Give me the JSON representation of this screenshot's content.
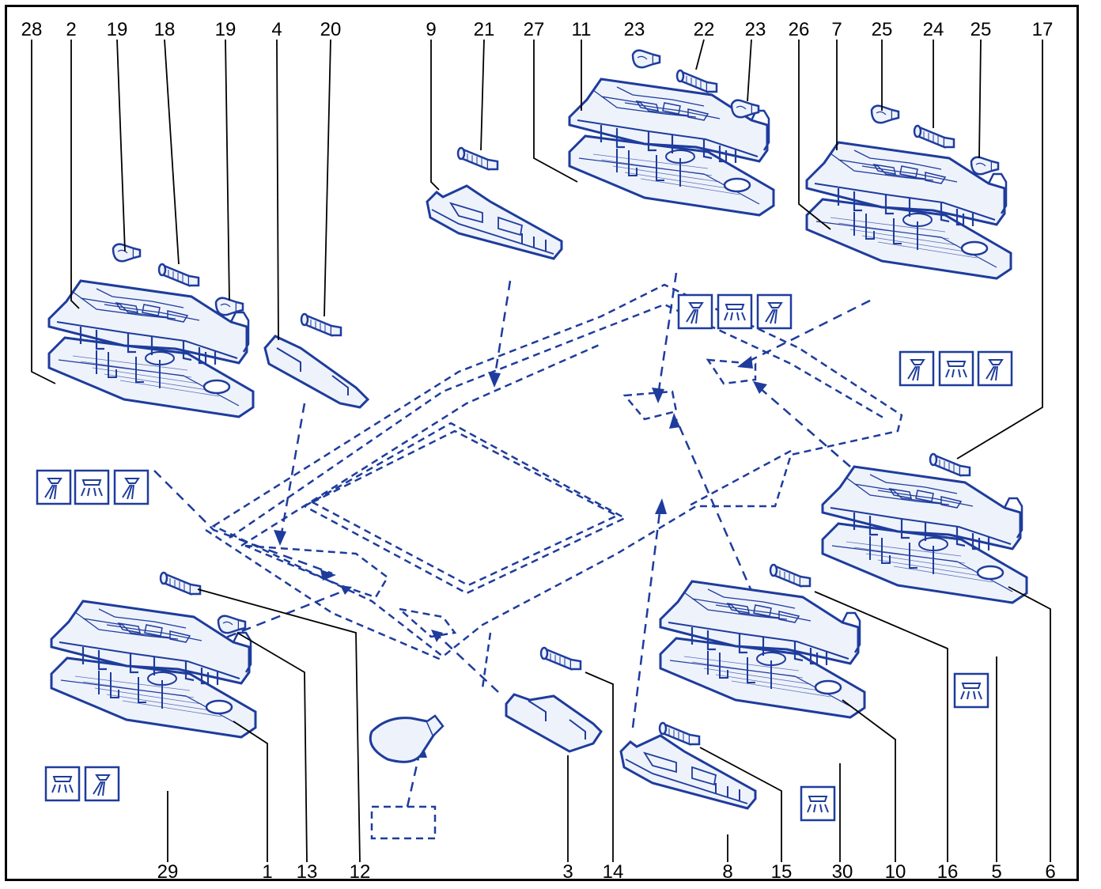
{
  "diagram": {
    "top_labels": [
      "28",
      "2",
      "19",
      "18",
      "19",
      "4",
      "20",
      "9",
      "21",
      "27",
      "11",
      "23",
      "22",
      "23",
      "26",
      "7",
      "25",
      "24",
      "25",
      "17"
    ],
    "bottom_labels": [
      "29",
      "1",
      "13",
      "12",
      "3",
      "14",
      "8",
      "15",
      "30",
      "10",
      "16",
      "5",
      "6"
    ]
  },
  "colors": {
    "line": "#1e3c9c",
    "fill": "#eef2fb",
    "frame": "#000000"
  },
  "icons": {
    "group_a": [
      "spot-light-icon",
      "dome-light-icon",
      "spot-light-icon"
    ],
    "group_b": [
      "spot-light-icon",
      "dome-light-icon",
      "spot-light-icon"
    ],
    "group_c": [
      "spot-light-icon",
      "dome-light-icon",
      "spot-light-icon"
    ],
    "group_d": [
      "dome-light-icon",
      "spot-light-icon"
    ],
    "single_1": [
      "dome-light-icon"
    ],
    "single_2": [
      "dome-light-icon"
    ]
  }
}
